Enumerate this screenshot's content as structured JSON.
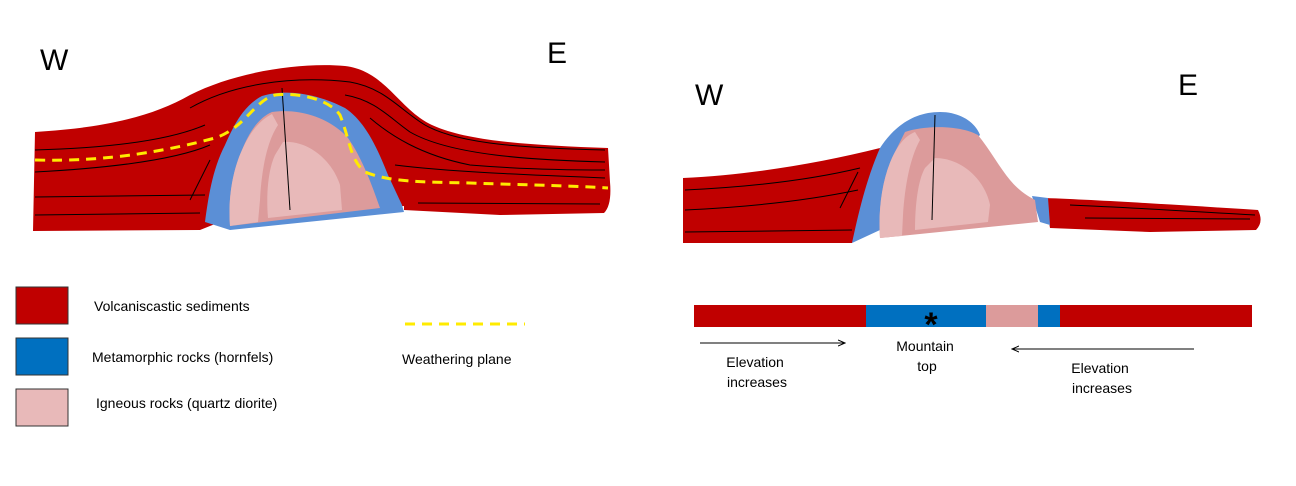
{
  "colors": {
    "sediment": "#c00000",
    "hornfels": "#5b8fd6",
    "hornfels_bar": "#0070c0",
    "diorite_light": "#e8b9b9",
    "diorite_mid": "#dc9b9b",
    "weathering": "#ffeb00"
  },
  "left_section": {
    "west_label": "W",
    "east_label": "E"
  },
  "right_section": {
    "west_label": "W",
    "east_label": "E"
  },
  "legend": {
    "sediments": "Volcaniscastic sediments",
    "hornfels": "Metamorphic rocks (hornfels)",
    "igneous": "Igneous rocks (quartz diorite)",
    "weathering_plane": "Weathering plane"
  },
  "surface_bar": {
    "marker": "*",
    "left_note": [
      "Elevation",
      "increases"
    ],
    "center_note": [
      "Mountain",
      "top"
    ],
    "right_note": [
      "Elevation",
      "increases"
    ]
  }
}
